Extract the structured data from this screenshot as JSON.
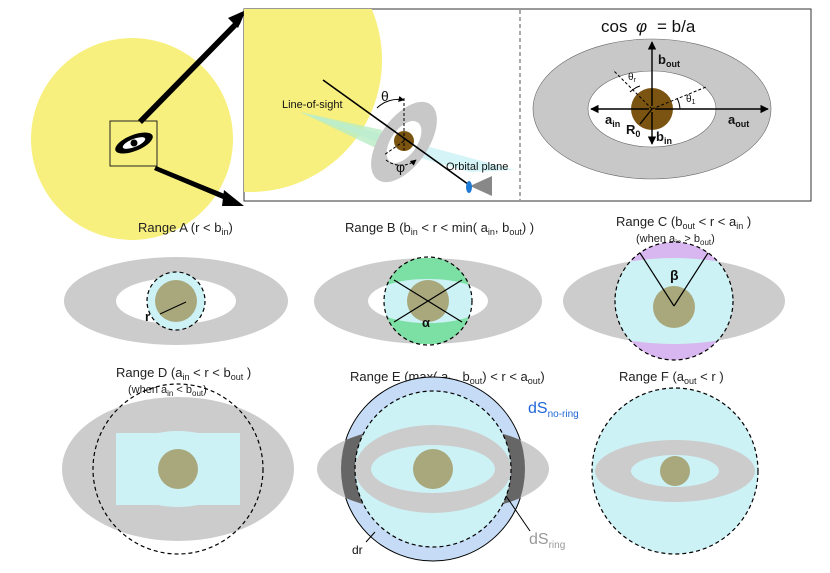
{
  "panel_top": {
    "line_of_sight": "Line-of-sight",
    "orbital_plane": "Orbital plane",
    "theta": "θ",
    "phi": "φ",
    "equation": "cos",
    "equation_phi": "φ",
    "equation_rhs": "= b/a",
    "b_out": "b",
    "b_out_sub": "out",
    "a_out": "a",
    "a_out_sub": "out",
    "a_in": "a",
    "a_in_sub": "in",
    "b_in": "b",
    "b_in_sub": "in",
    "R0": "R",
    "R0_sub": "0",
    "theta_r": "θ",
    "theta_r_sub": "r",
    "theta_1": "θ",
    "theta_1_sub": "1"
  },
  "ranges": {
    "A": {
      "t1": "Range A (r < b",
      "s1": "in",
      "t2": ")"
    },
    "B": {
      "t1": "Range B (b",
      "s1": "in",
      "t2": " < r < min( a",
      "s2": "in",
      "t3": ", b",
      "s3": "out",
      "t4": ") )"
    },
    "C": {
      "t1": "Range C (b",
      "s1": "out",
      "t2": " < r < a",
      "s2": "in",
      "t3": " )",
      "n1": "(when a",
      "ns1": "in",
      "n2": " > b",
      "ns2": "out",
      "n3": ")"
    },
    "D": {
      "t1": "Range D (a",
      "s1": "in",
      "t2": " < r < b",
      "s2": "out",
      "t3": " )",
      "n1": "(when a",
      "ns1": "in",
      "n2": " < b",
      "ns2": "out",
      "n3": ")"
    },
    "E": {
      "t1": "Range E (max( a",
      "s1": "in",
      "t2": ", b",
      "s2": "out",
      "t3": ") < r < a",
      "s3": "out",
      "t4": ")"
    },
    "F": {
      "t1": "Range F (a",
      "s1": "out",
      "t2": " < r )"
    }
  },
  "labels": {
    "r": "r",
    "alpha": "α",
    "beta": "β",
    "dS_noring": "dS",
    "dS_noring_sub": "no-ring",
    "dS_ring": "dS",
    "dS_ring_sub": "ring",
    "dr": "dr"
  },
  "colors": {
    "star": "#f8f07e",
    "ring": "#cccccc",
    "planet": "#a8a87c",
    "planet_dark": "#7a5410",
    "cyan": "#cdf2f6",
    "green": "#7ce0a4",
    "purple": "#d8b6ef",
    "dark_ring": "#666666",
    "blue_ring": "#c6dcf6",
    "blue_text": "#1f66d6",
    "grey_text": "#999999"
  }
}
